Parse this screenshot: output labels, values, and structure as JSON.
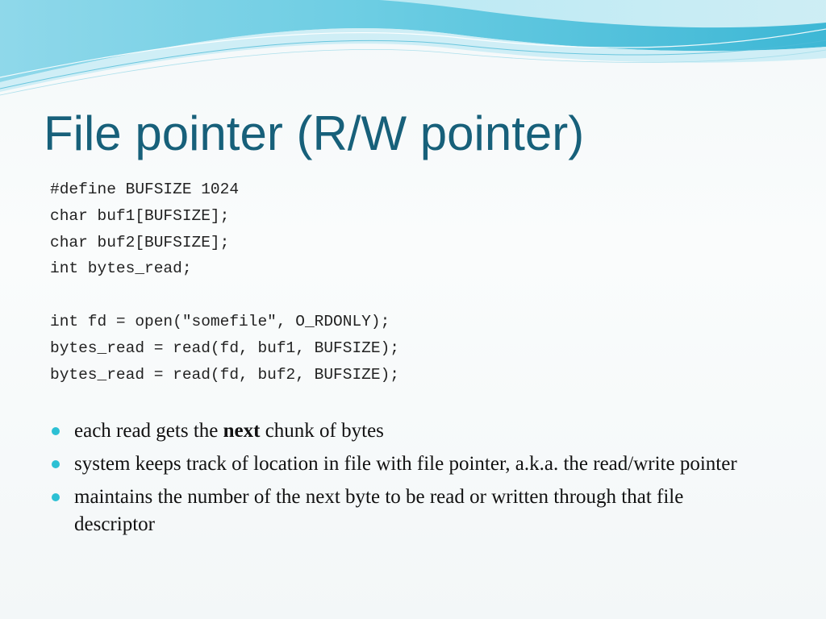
{
  "slide": {
    "title": "File pointer (R/W pointer)",
    "code_lines": [
      "#define BUFSIZE 1024",
      "char buf1[BUFSIZE];",
      "char buf2[BUFSIZE];",
      "int bytes_read;",
      "",
      "int fd = open(\"somefile\", O_RDONLY);",
      "bytes_read = read(fd, buf1, BUFSIZE);",
      "bytes_read = read(fd, buf2, BUFSIZE);"
    ],
    "bullets": [
      {
        "before": "each read gets the ",
        "bold": "next",
        "after": " chunk of bytes"
      },
      {
        "text": "system keeps track of location in file with file pointer, a.k.a. the read/write pointer"
      },
      {
        "text": " maintains the number of the next byte to be read or written through that  file descriptor"
      }
    ]
  },
  "colors": {
    "title": "#17607a",
    "bullet": "#2cc0d4",
    "wave_dark": "#35b9d6",
    "wave_light": "#a6e0ed"
  },
  "icons": {
    "bullet": "filled-circle"
  }
}
